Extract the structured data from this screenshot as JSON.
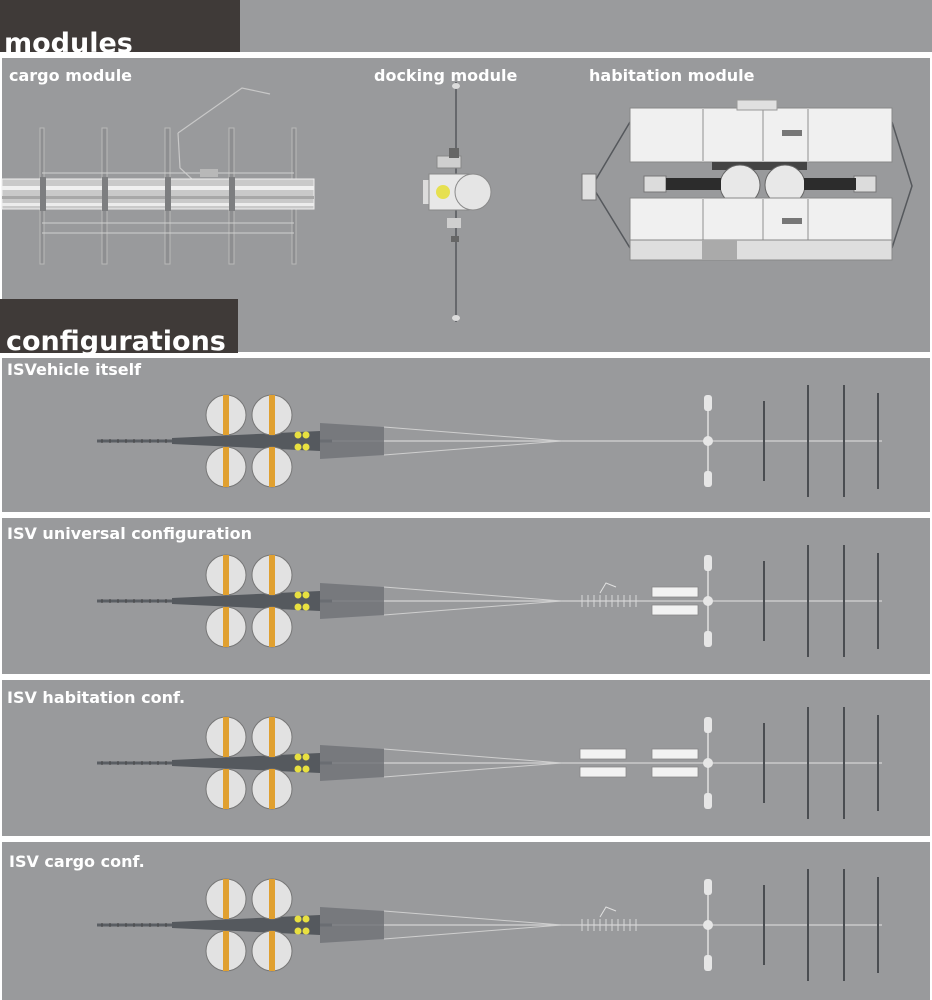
{
  "sections": {
    "modules_title": "modules",
    "configurations_title": "configurations"
  },
  "modules": {
    "cargo_label": "cargo  module",
    "docking_label": "docking  module",
    "habitation_label": "habitation  module"
  },
  "configurations": [
    {
      "label": "ISVehicle itself",
      "cargo_ring": false,
      "hab_modules": 0,
      "universal": false
    },
    {
      "label": "ISV universal configuration",
      "cargo_ring": true,
      "hab_modules": 1,
      "universal": true
    },
    {
      "label": "ISV habitation conf.",
      "cargo_ring": false,
      "hab_modules": 2,
      "universal": false
    },
    {
      "label": "ISV cargo conf.",
      "cargo_ring": true,
      "hab_modules": 0,
      "universal": false
    }
  ],
  "colors": {
    "panel": "#999a9c",
    "dark_tab": "#3f3a38",
    "module_white": "#f2f2f2",
    "tank_orange": "#e0a030",
    "structure": "#5a5e63"
  }
}
